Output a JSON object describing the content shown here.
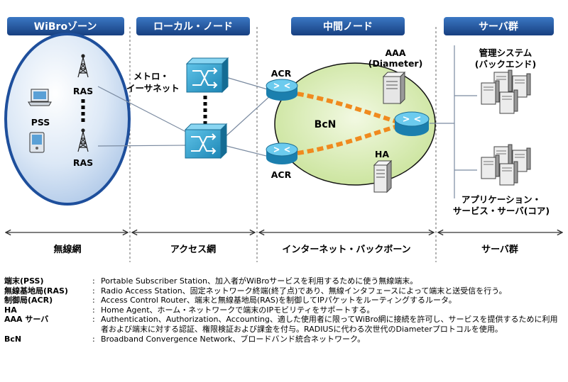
{
  "zones": {
    "wibro": "WiBroゾーン",
    "local": "ローカル・ノード",
    "middle": "中間ノード",
    "server": "サーバ群"
  },
  "labels": {
    "pss": "PSS",
    "ras_top": "RAS",
    "ras_bottom": "RAS",
    "metro_line1": "メトロ・",
    "metro_line2": "イーサネット",
    "acr_top": "ACR",
    "acr_bottom": "ACR",
    "bcn": "BcN",
    "aaa_line1": "AAA",
    "aaa_line2": "(Diameter)",
    "ha": "HA",
    "mgmt_line1": "管理システム",
    "mgmt_line2": "(バックエンド)",
    "app_line1": "アプリケーション・",
    "app_line2": "サービス・サーバ(コア)"
  },
  "sections": {
    "wireless": "無線網",
    "access": "アクセス網",
    "backbone": "インターネット・バックボーン",
    "servers": "サーバ群"
  },
  "legend": [
    {
      "term": "端末(PSS)",
      "sep": ":",
      "definition": "Portable Subscriber Station、加入者がWiBroサービスを利用するために使う無線端末。"
    },
    {
      "term": "無線基地局(RAS)",
      "sep": ":",
      "definition": "Radio Access Station、固定ネットワーク終端(終了点)であり、無線インタフェースによって端末と送受信を行う。"
    },
    {
      "term": "制御局(ACR)",
      "sep": ":",
      "definition": "Access Control Router、端末と無線基地局(RAS)を制御してIPパケットをルーティングするルータ。"
    },
    {
      "term": "HA",
      "sep": ":",
      "definition": "Home Agent、ホーム・ネットワークで端末のIPモビリティをサポートする。"
    },
    {
      "term": "AAA サーバ",
      "sep": ":",
      "definition": "Authentication、Authorization、Accounting、適した使用者に限ってWiBro網に接続を許可し、サービスを提供するために利用者および端末に対する認証、権限検証および課金を付与。RADIUSに代わる次世代のDiameterプロトコルを使用。"
    },
    {
      "term": "BcN",
      "sep": ":",
      "definition": "Broadband Convergence Network、ブロードバンド統合ネットワーク。"
    }
  ],
  "colors": {
    "zone_header": "#1e4f9c",
    "wibro_fill": "#cfe0f3",
    "bcn_fill": "#d9edb2",
    "bcn_path": "#f08a1e",
    "device": "#2f9fcc"
  }
}
